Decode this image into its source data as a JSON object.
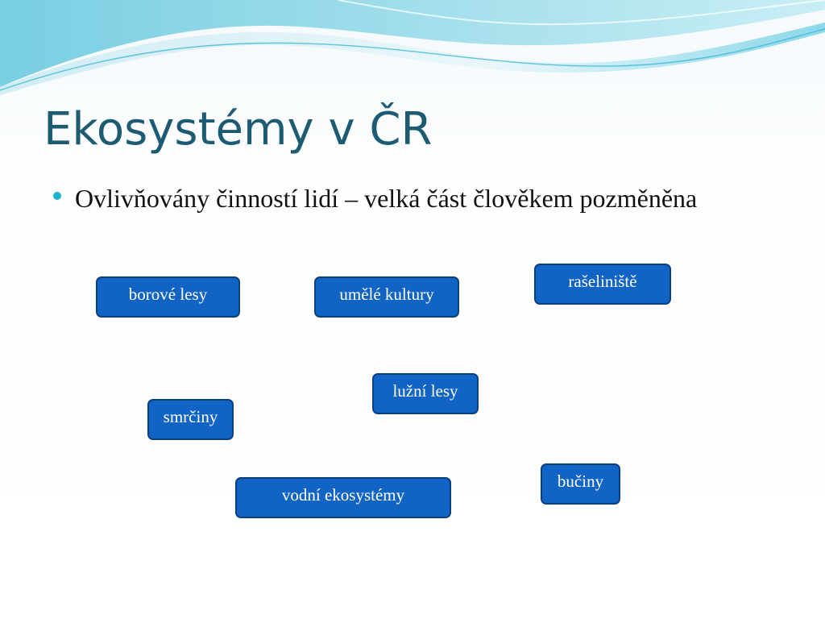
{
  "slide": {
    "title": "Ekosystémy v ČR",
    "bullets": [
      "Ovlivňovány činností lidí – velká část člověkem pozměněna"
    ],
    "tags": [
      "borové lesy",
      "umělé kultury",
      "rašeliniště",
      "lužní lesy",
      "smrčiny",
      "vodní ekosystémy",
      "bučiny"
    ]
  },
  "colors": {
    "title": "#1d5b73",
    "bullet_marker": "#1fb2cf",
    "tag_fill": "#1163c4",
    "tag_border": "#0b3f7e",
    "wave_light": "#bfe9f1",
    "wave_mid": "#7fd3e6",
    "wave_dark": "#33b4d2"
  }
}
